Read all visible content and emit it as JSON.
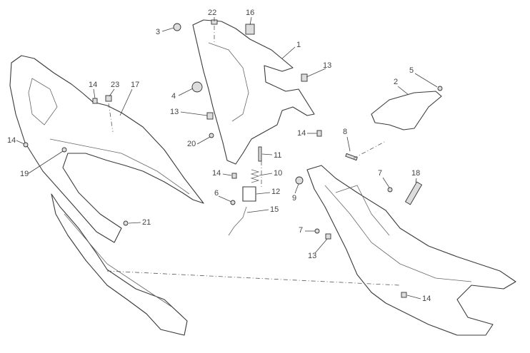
{
  "diagram": {
    "type": "exploded-parts-diagram",
    "callouts": [
      "22",
      "16",
      "3",
      "1",
      "13",
      "5",
      "2",
      "14",
      "23",
      "17",
      "4",
      "13",
      "14",
      "8",
      "20",
      "14",
      "19",
      "11",
      "10",
      "14",
      "7",
      "18",
      "9",
      "6",
      "12",
      "15",
      "21",
      "7",
      "13",
      "14"
    ]
  }
}
